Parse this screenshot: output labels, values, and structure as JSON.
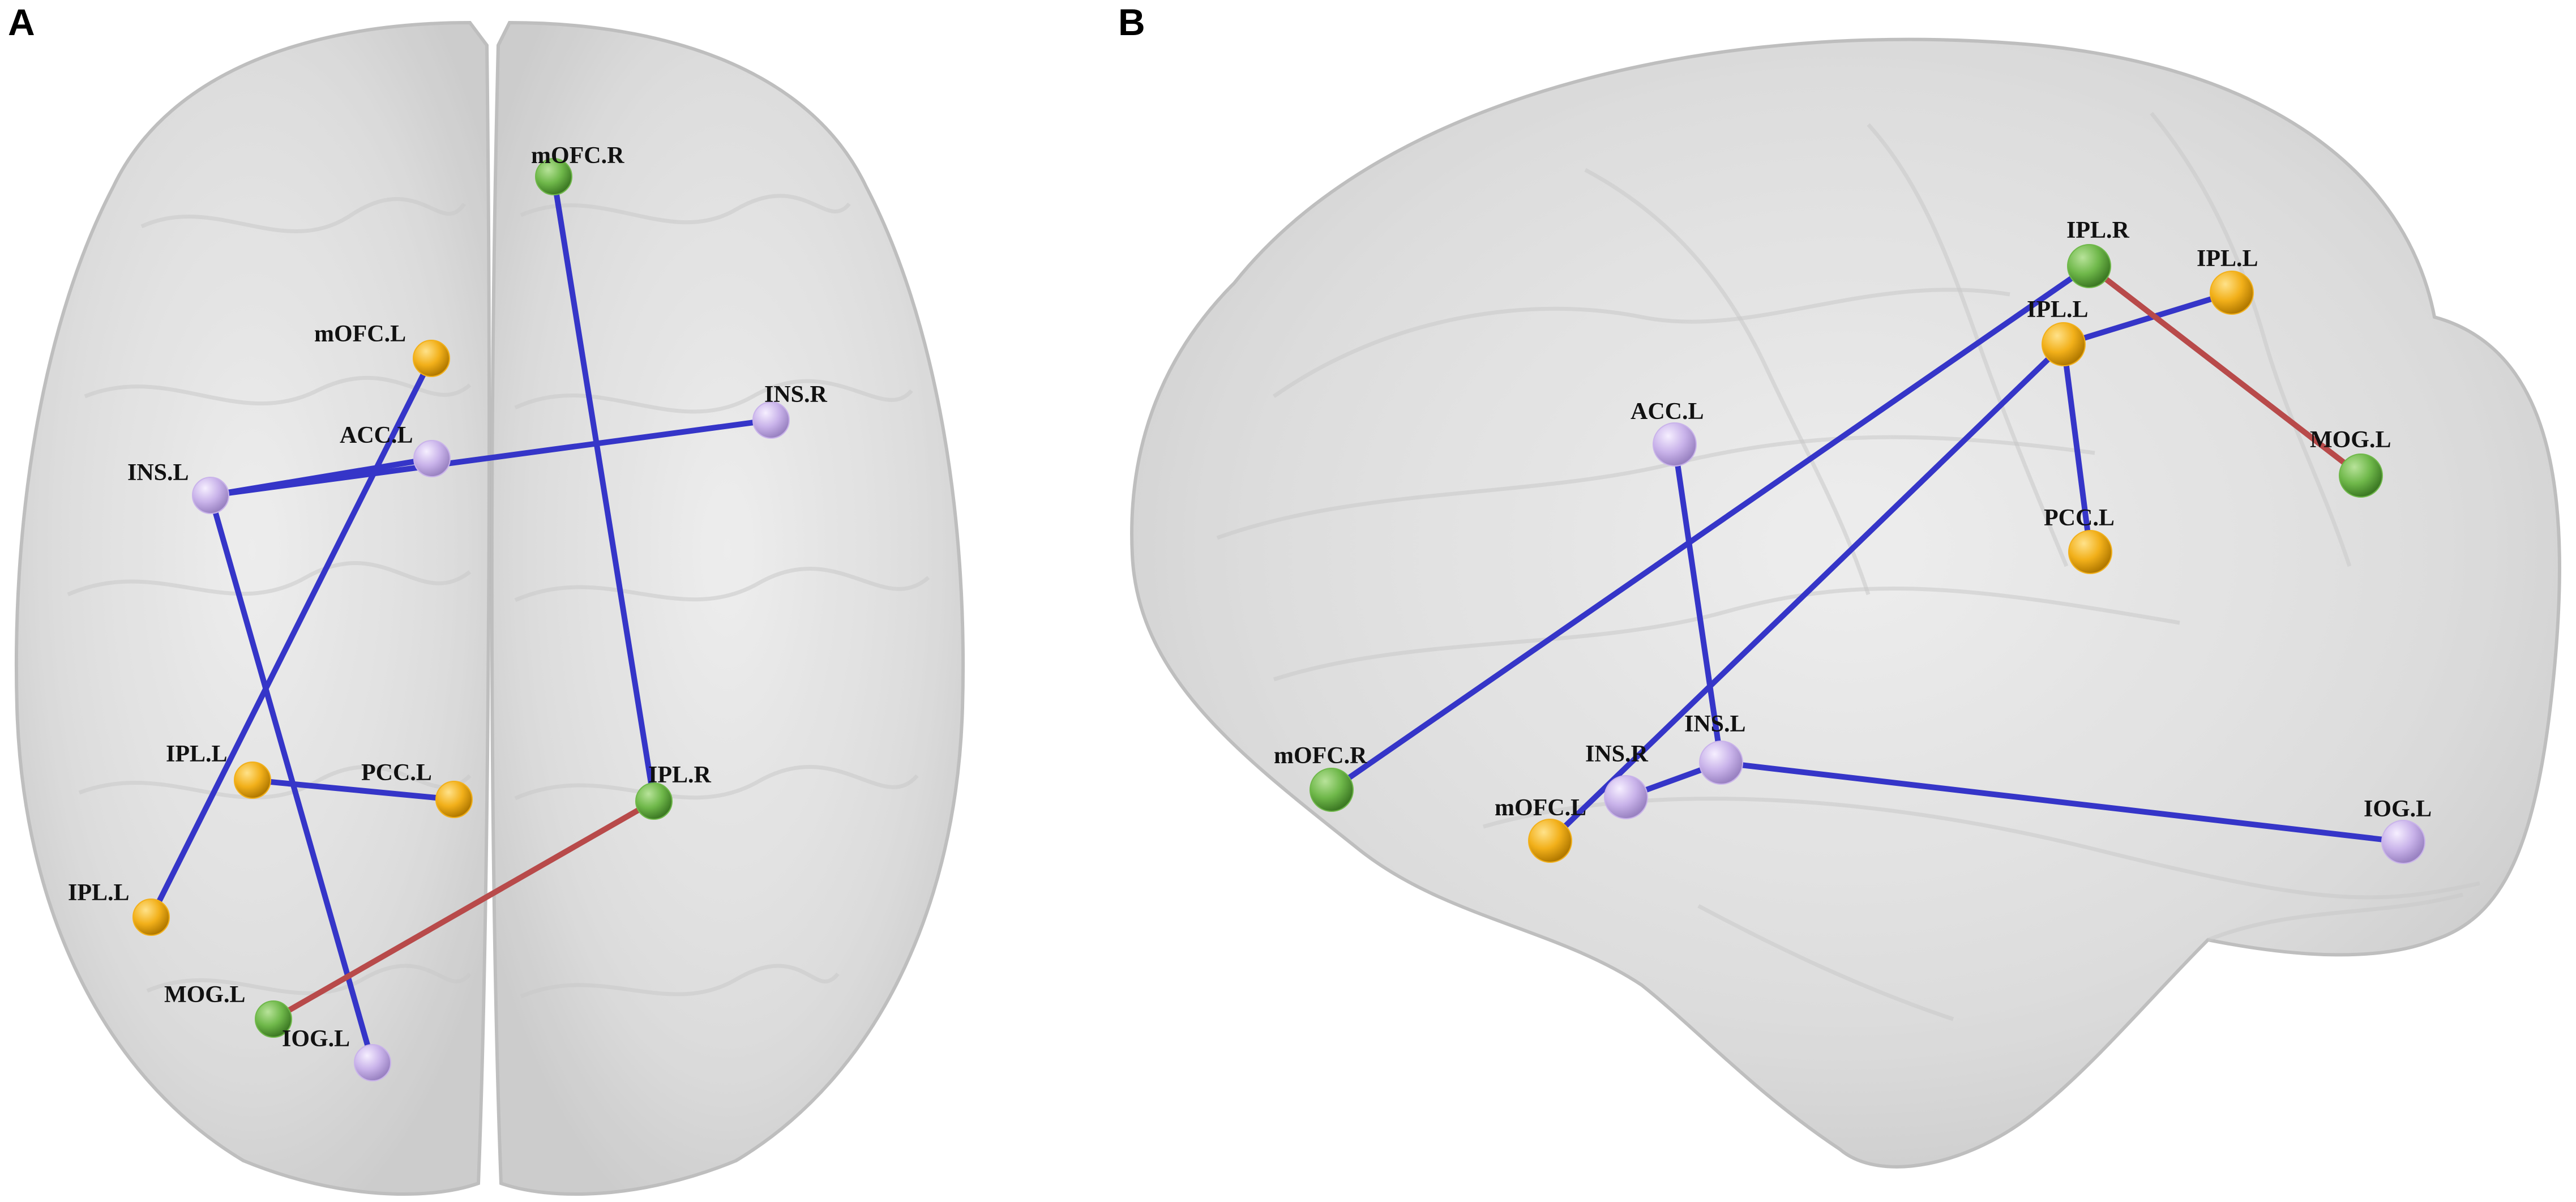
{
  "figure": {
    "colors": {
      "negative_edge": "#3535c8",
      "positive_edge": "#b84a4a",
      "module_purple": "#c9b3ea",
      "module_yellow": "#f2b01a",
      "module_green": "#6fb84a"
    },
    "panels": [
      {
        "letter": "A",
        "view": "axial",
        "nodes": [
          {
            "id": "mOFC.R",
            "label": "mOFC.R",
            "color": "module_green"
          },
          {
            "id": "mOFC.L",
            "label": "mOFC.L",
            "color": "module_yellow"
          },
          {
            "id": "INS.R",
            "label": "INS.R",
            "color": "module_purple"
          },
          {
            "id": "ACC.L",
            "label": "ACC.L",
            "color": "module_purple"
          },
          {
            "id": "INS.L",
            "label": "INS.L",
            "color": "module_purple"
          },
          {
            "id": "IPL.L_a",
            "label": "IPL.L",
            "color": "module_yellow"
          },
          {
            "id": "PCC.L",
            "label": "PCC.L",
            "color": "module_yellow"
          },
          {
            "id": "IPL.R",
            "label": "IPL.R",
            "color": "module_green"
          },
          {
            "id": "IPL.L_b",
            "label": "IPL.L",
            "color": "module_yellow"
          },
          {
            "id": "MOG.L",
            "label": "MOG.L",
            "color": "module_green"
          },
          {
            "id": "IOG.L",
            "label": "IOG.L",
            "color": "module_purple"
          }
        ],
        "edges": [
          {
            "from": "mOFC.R",
            "to": "IPL.R",
            "sign": "negative"
          },
          {
            "from": "INS.L",
            "to": "INS.R",
            "sign": "negative"
          },
          {
            "from": "INS.L",
            "to": "ACC.L",
            "sign": "negative"
          },
          {
            "from": "mOFC.L",
            "to": "IPL.L_b",
            "sign": "negative"
          },
          {
            "from": "INS.L",
            "to": "IOG.L",
            "sign": "negative"
          },
          {
            "from": "IPL.L_a",
            "to": "PCC.L",
            "sign": "negative"
          },
          {
            "from": "IPL.R",
            "to": "MOG.L",
            "sign": "positive"
          }
        ]
      },
      {
        "letter": "B",
        "view": "sagittal",
        "nodes": [
          {
            "id": "IPL.R",
            "label": "IPL.R",
            "color": "module_green"
          },
          {
            "id": "IPL.L_b",
            "label": "IPL.L",
            "color": "module_yellow"
          },
          {
            "id": "IPL.L_a",
            "label": "IPL.L",
            "color": "module_yellow"
          },
          {
            "id": "ACC.L",
            "label": "ACC.L",
            "color": "module_purple"
          },
          {
            "id": "MOG.L",
            "label": "MOG.L",
            "color": "module_green"
          },
          {
            "id": "PCC.L",
            "label": "PCC.L",
            "color": "module_yellow"
          },
          {
            "id": "mOFC.R",
            "label": "mOFC.R",
            "color": "module_green"
          },
          {
            "id": "INS.R",
            "label": "INS.R",
            "color": "module_purple"
          },
          {
            "id": "INS.L",
            "label": "INS.L",
            "color": "module_purple"
          },
          {
            "id": "mOFC.L",
            "label": "mOFC.L",
            "color": "module_yellow"
          },
          {
            "id": "IOG.L",
            "label": "IOG.L",
            "color": "module_purple"
          }
        ],
        "edges": [
          {
            "from": "IPL.R",
            "to": "mOFC.R",
            "sign": "negative"
          },
          {
            "from": "IPL.L_a",
            "to": "IPL.L_b",
            "sign": "negative"
          },
          {
            "from": "IPL.L_a",
            "to": "PCC.L",
            "sign": "negative"
          },
          {
            "from": "IPL.L_a",
            "to": "mOFC.L",
            "sign": "negative"
          },
          {
            "from": "ACC.L",
            "to": "INS.L",
            "sign": "negative"
          },
          {
            "from": "INS.R",
            "to": "INS.L",
            "sign": "negative"
          },
          {
            "from": "INS.L",
            "to": "IOG.L",
            "sign": "negative"
          },
          {
            "from": "IPL.R",
            "to": "MOG.L",
            "sign": "positive"
          }
        ]
      }
    ]
  }
}
